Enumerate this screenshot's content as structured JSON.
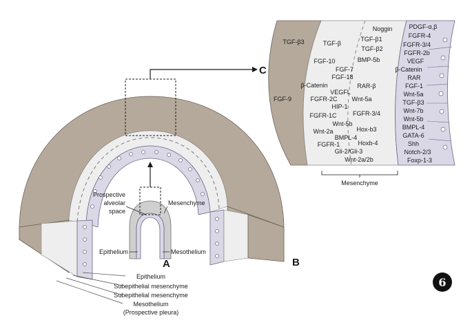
{
  "panel_labels": {
    "a": "A",
    "b": "B",
    "c": "C"
  },
  "figure_number": "6",
  "a_labels": {
    "alveolar_space": [
      "Prospective",
      "alveolar",
      "space"
    ],
    "mesenchyme": "Mesenchyme",
    "epithelium": "Epithelium",
    "mesothelium": "Mesothelium"
  },
  "b_legend": [
    "Epithelium",
    "Subepithelial mesenchyme",
    "Subepithelial mesenchyme",
    "Mesothelium",
    "(Prospective pleura)"
  ],
  "c_caption": "Mesenchyme",
  "c_outer_band": [
    "TGF-β3",
    "FGF-9"
  ],
  "c_mesenchyme_factors": [
    "TGF-β",
    "FGF-10",
    "FGF-7",
    "FGF-18",
    "β-Catenin",
    "VEGFL",
    "FGFR-2C",
    "HIP-1",
    "FGFR-1C",
    "Wnt-5b",
    "Wnt-2a",
    "BMPL-4",
    "FGFR-1",
    "Gli-2/Gli-3",
    "Noggin",
    "TGF-β1",
    "TGF-β2",
    "BMP-5b",
    "RAR-β",
    "Wnt-5a",
    "FGFR-3/4",
    "Hox-b3",
    "Hoxb-4",
    "Wnt-2a/2b"
  ],
  "c_epithelium_factors": [
    "PDGF-α,β",
    "FGFR-4",
    "FGFR-3/4",
    "FGFR-2b",
    "VEGF",
    "β-Catenin",
    "RAR",
    "FGF-1",
    "Wnt-5a",
    "TGF-β3",
    "Wnt-7b",
    "Wnt-5b",
    "BMPL-4",
    "GATA-6",
    "Shh",
    "Notch-2/3",
    "Foxp-1-3"
  ]
}
